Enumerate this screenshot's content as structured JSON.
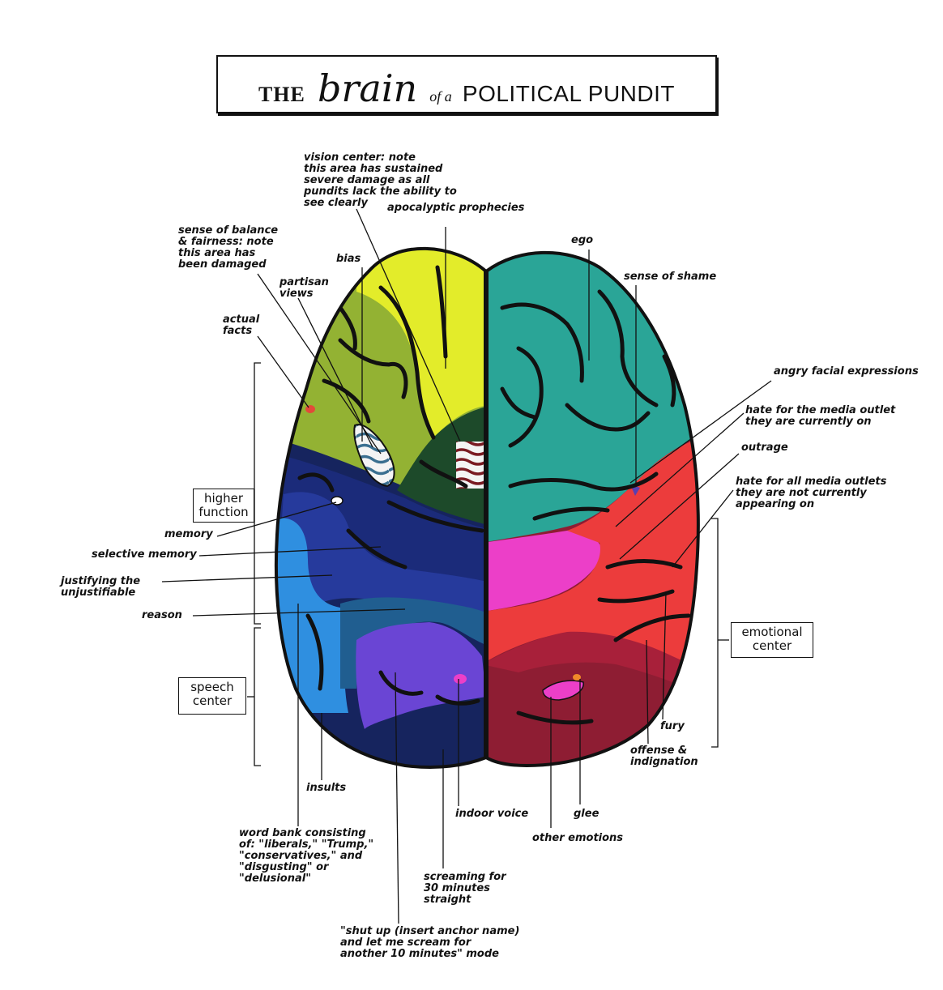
{
  "title": {
    "the": "THE",
    "brain": "brain",
    "of_a": "of a",
    "rest": "POLITICAL PUNDIT"
  },
  "boxes": {
    "higher_function": "higher\nfunction",
    "speech_center": "speech\ncenter",
    "emotional_center": "emotional\ncenter"
  },
  "labels": {
    "vision_center": "vision center: note\nthis area has sustained\nsevere damage as all\npundits lack the ability to\nsee clearly",
    "apocalyptic": "apocalyptic prophecies",
    "sense_balance": "sense of balance\n& fairness: note\nthis area has\nbeen damaged",
    "bias": "bias",
    "partisan": "partisan\nviews",
    "actual_facts": "actual\nfacts",
    "ego": "ego",
    "shame": "sense of shame",
    "angry_faces": "angry facial expressions",
    "hate_current": "hate for the media outlet\nthey are currently on",
    "outrage": "outrage",
    "hate_all": "hate for all media outlets\nthey are not currently\nappearing on",
    "memory": "memory",
    "selective_memory": "selective memory",
    "justifying": "justifying the\nunjustifiable",
    "reason": "reason",
    "insults": "insults",
    "word_bank": "word bank consisting\nof: \"liberals,\" \"Trump,\"\n\"conservatives,\" and\n\"disgusting\" or\n\"delusional\"",
    "indoor_voice": "indoor voice",
    "glee": "glee",
    "other_emotions": "other emotions",
    "fury": "fury",
    "offense": "offense &\nindignation",
    "screaming": "screaming for\n30 minutes\nstraight",
    "shut_up": "\"shut up (insert anchor name)\nand let me scream for\nanother 10 minutes\" mode"
  },
  "colors": {
    "yellow": "#e3ec2a",
    "olive": "#93b233",
    "dark_green": "#1d4a2a",
    "navy": "#1b2b7a",
    "mid_blue": "#263a9c",
    "light_blue": "#2f8fe0",
    "steel_blue": "#205e90",
    "purple": "#6a45d4",
    "dark_navy": "#16245e",
    "teal": "#2aa597",
    "magenta": "#ec3fc8",
    "red": "#ec3c3c",
    "crimson": "#a8203a",
    "dark_red": "#8e1d33",
    "outline": "#111111"
  }
}
